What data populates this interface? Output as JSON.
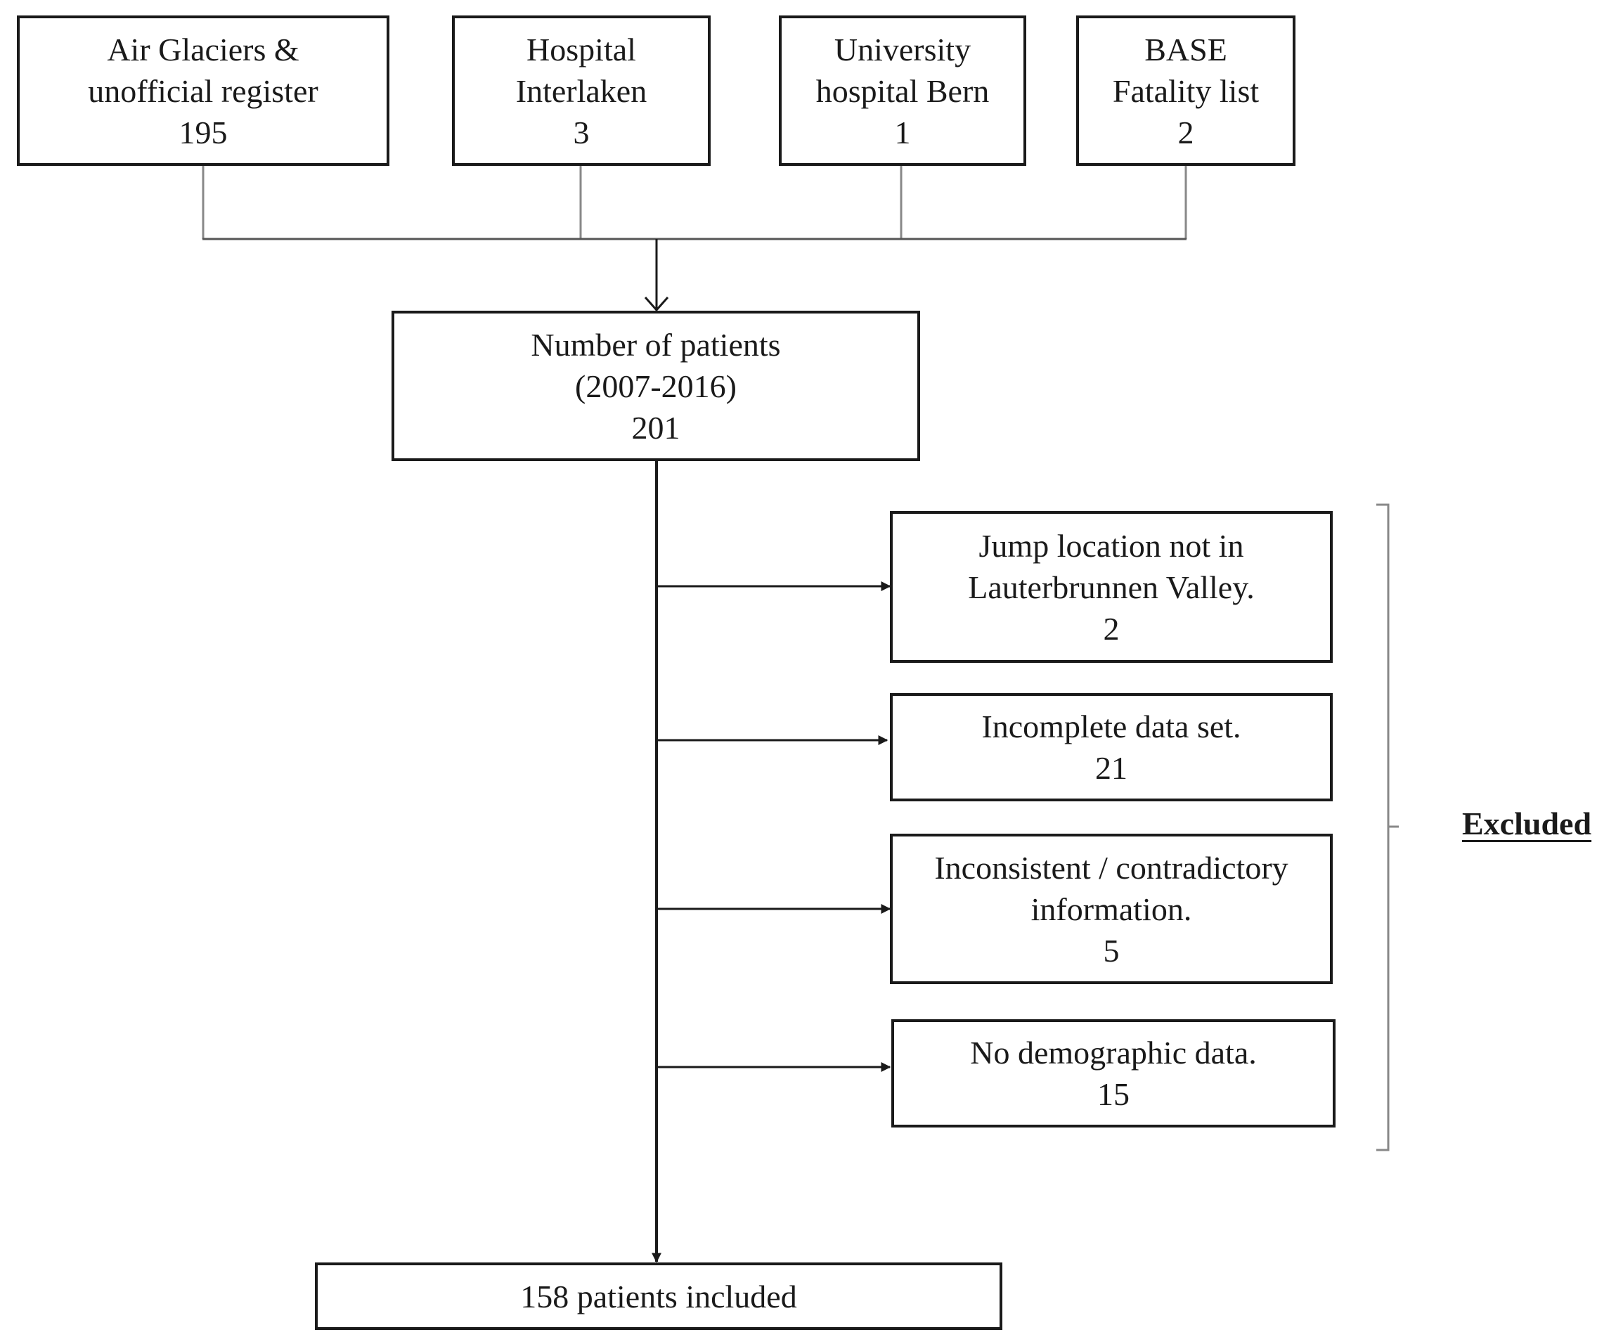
{
  "sources": [
    {
      "line1": "Air Glaciers &",
      "line2": "unofficial register",
      "count": "195"
    },
    {
      "line1": "Hospital",
      "line2": "Interlaken",
      "count": "3"
    },
    {
      "line1": "University",
      "line2": "hospital Bern",
      "count": "1"
    },
    {
      "line1": "BASE",
      "line2": "Fatality list",
      "count": "2"
    }
  ],
  "total": {
    "line1": "Number of patients",
    "line2": "(2007-2016)",
    "count": "201"
  },
  "exclusions": [
    {
      "line1": "Jump location not in",
      "line2": "Lauterbrunnen Valley.",
      "count": "2"
    },
    {
      "line1": "Incomplete data set.",
      "count": "21"
    },
    {
      "line1": "Inconsistent / contradictory",
      "line2": "information.",
      "count": "5"
    },
    {
      "line1": "No demographic data.",
      "count": "15"
    }
  ],
  "excluded_label": "Excluded",
  "included": "158 patients included",
  "colors": {
    "line": "#1a1a1a",
    "connector": "#888888",
    "background": "#ffffff"
  }
}
